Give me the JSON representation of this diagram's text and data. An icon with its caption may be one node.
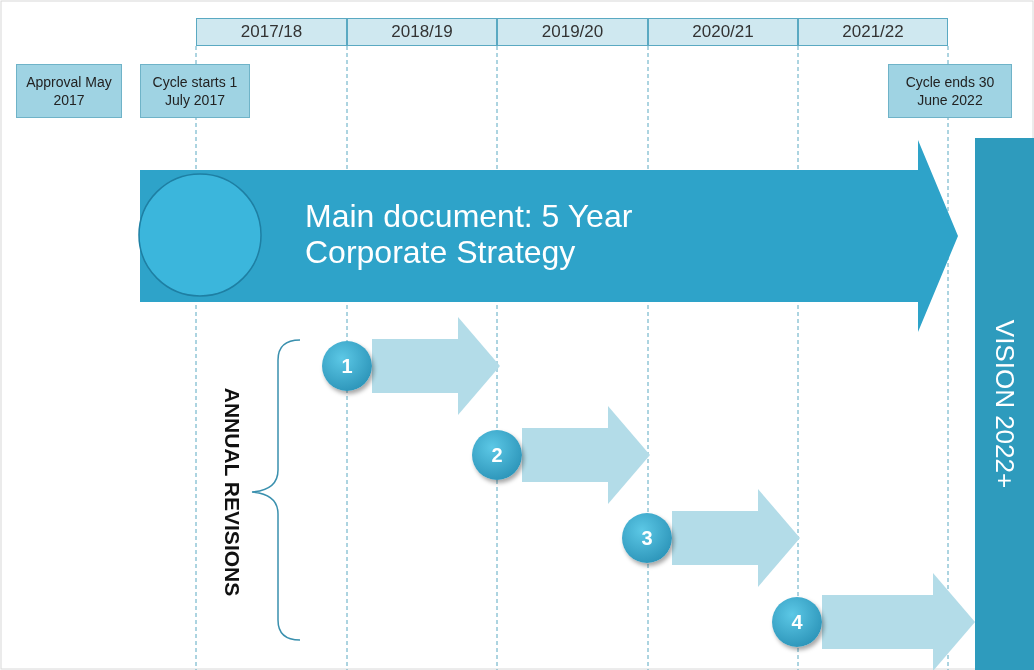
{
  "diagram": {
    "nodes": [
      {
        "text": [
          "2017/18"
        ]
      },
      {
        "text": [
          "2018/19"
        ]
      },
      {
        "text": [
          "2019/20"
        ]
      },
      {
        "text": [
          "2020/21"
        ]
      },
      {
        "text": [
          "2021/22"
        ]
      },
      {
        "text": [
          "Approval May 2017"
        ]
      },
      {
        "text": [
          "Cycle starts 1 July 2017"
        ]
      },
      {
        "text": [
          "Cycle ends 30 June 2022"
        ]
      },
      {
        "text": [
          "Main document: 5 Year Corporate Strategy"
        ]
      },
      {
        "text": [],
        "shape": "circle",
        "in": 8
      },
      {
        "text": [
          "VISION 2022+"
        ]
      },
      {
        "text": [
          "1"
        ]
      },
      {
        "text": [
          "2"
        ]
      },
      {
        "text": [
          "3"
        ]
      },
      {
        "text": [
          "4"
        ]
      }
    ],
    "edges": [
      {
        "from": 11,
        "to": 12,
        "arrow": "to"
      },
      {
        "from": 12,
        "to": 13,
        "arrow": "to"
      },
      {
        "from": 13,
        "to": 14,
        "arrow": "to"
      },
      {
        "from": 14,
        "to": 10,
        "arrow": "to"
      }
    ],
    "labels": [
      "ANNUAL REVISIONS"
    ]
  }
}
